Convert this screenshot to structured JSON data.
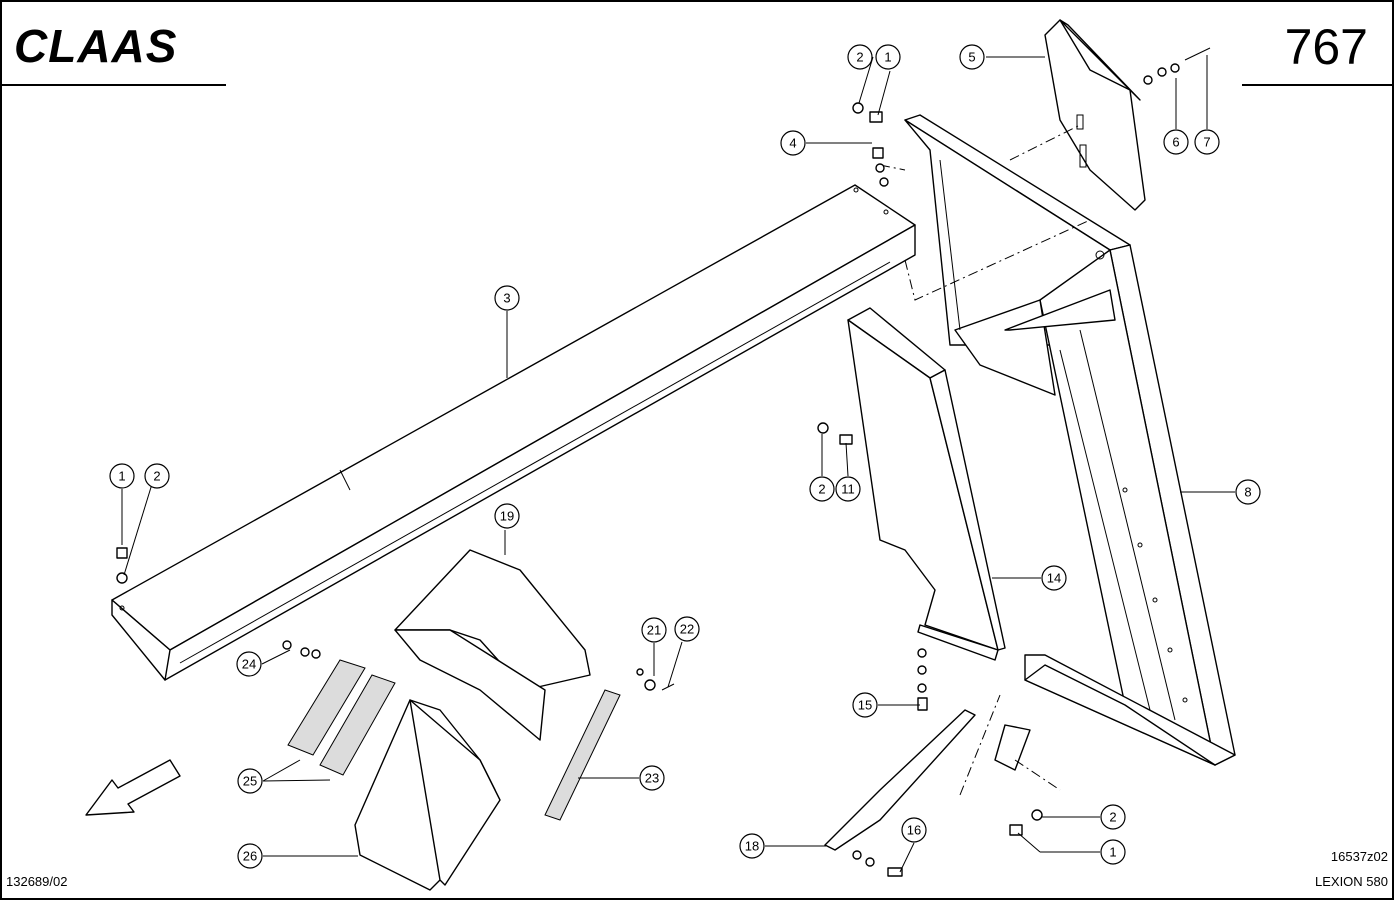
{
  "header": {
    "brand": "CLAAS",
    "page_number": "767"
  },
  "footer": {
    "drawing_id": "16537z02",
    "model": "LEXION 580",
    "document_id": "132689/02"
  },
  "callouts": [
    {
      "id": "c2-top",
      "label": "2"
    },
    {
      "id": "c1-top",
      "label": "1"
    },
    {
      "id": "c5",
      "label": "5"
    },
    {
      "id": "c6",
      "label": "6"
    },
    {
      "id": "c7",
      "label": "7"
    },
    {
      "id": "c4",
      "label": "4"
    },
    {
      "id": "c3",
      "label": "3"
    },
    {
      "id": "c1-left",
      "label": "1"
    },
    {
      "id": "c2-left",
      "label": "2"
    },
    {
      "id": "c2-mid",
      "label": "2"
    },
    {
      "id": "c11",
      "label": "11"
    },
    {
      "id": "c8",
      "label": "8"
    },
    {
      "id": "c19",
      "label": "19"
    },
    {
      "id": "c14",
      "label": "14"
    },
    {
      "id": "c21",
      "label": "21"
    },
    {
      "id": "c22",
      "label": "22"
    },
    {
      "id": "c24",
      "label": "24"
    },
    {
      "id": "c15",
      "label": "15"
    },
    {
      "id": "c25",
      "label": "25"
    },
    {
      "id": "c23",
      "label": "23"
    },
    {
      "id": "c2-bottom",
      "label": "2"
    },
    {
      "id": "c16",
      "label": "16"
    },
    {
      "id": "c18",
      "label": "18"
    },
    {
      "id": "c1-bottom",
      "label": "1"
    },
    {
      "id": "c26",
      "label": "26"
    }
  ]
}
